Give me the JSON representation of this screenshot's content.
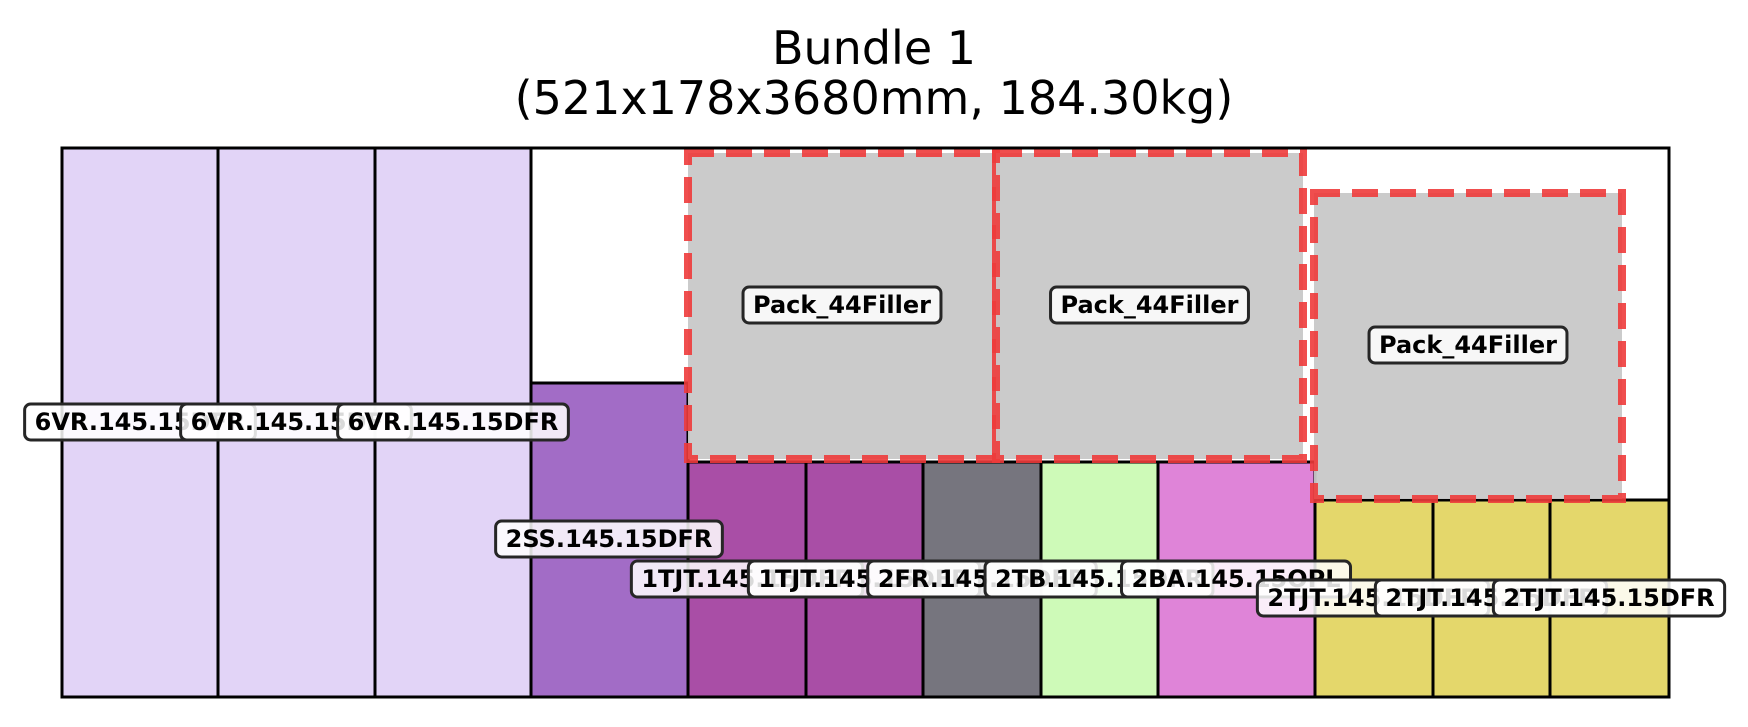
{
  "title_line1": "Bundle 1",
  "title_line2": "(521x178x3680mm, 184.30kg)",
  "colors": {
    "VR": "#e2d4f7",
    "SS": "#a26cc6",
    "TJT": "#a94ea6",
    "FR": "#76757e",
    "TB": "#cefab8",
    "BA": "#df84d8",
    "TJT_yellow": "#e4d76b",
    "filler": "#c8c8c8",
    "filler_border": "#ee3b3b"
  },
  "pieces": [
    {
      "name": "6VR.145.15DFR",
      "color": "VR"
    },
    {
      "name": "6VR.145.15DFR",
      "color": "VR"
    },
    {
      "name": "6VR.145.15DFR",
      "color": "VR"
    },
    {
      "name": "2SS.145.15DFR",
      "color": "SS"
    },
    {
      "name": "1TJT.145.15DFR",
      "color": "TJT"
    },
    {
      "name": "1TJT.145.15DFR",
      "color": "TJT"
    },
    {
      "name": "2FR.145.15DFR",
      "color": "FR"
    },
    {
      "name": "2TB.145.15DFR",
      "color": "TB"
    },
    {
      "name": "2BA.145.15OPL",
      "color": "BA"
    },
    {
      "name": "2TJT.145.15DFR",
      "color": "TJT_yellow"
    },
    {
      "name": "2TJT.145.15DFR",
      "color": "TJT_yellow"
    },
    {
      "name": "2TJT.145.15DFR",
      "color": "TJT_yellow"
    }
  ],
  "fillers": [
    {
      "name": "Pack_44Filler"
    },
    {
      "name": "Pack_44Filler"
    },
    {
      "name": "Pack_44Filler"
    }
  ]
}
